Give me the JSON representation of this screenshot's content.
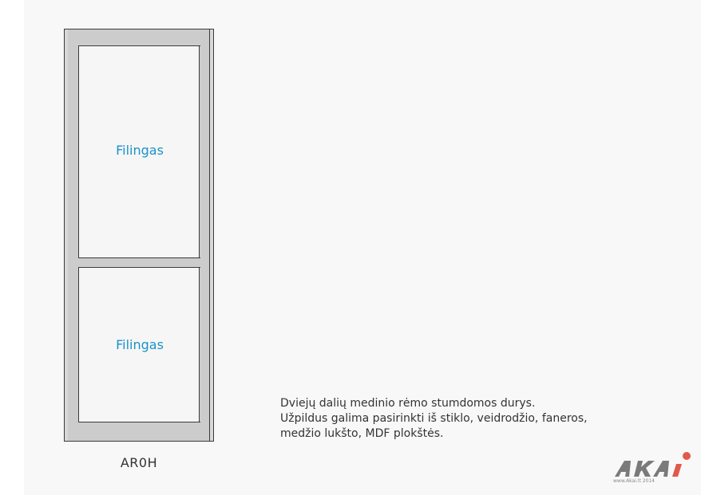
{
  "door": {
    "panels": [
      {
        "label": "Filingas"
      },
      {
        "label": "Filingas"
      }
    ],
    "model_code": "AR0H"
  },
  "description": {
    "lines": [
      "Dviejų dalių medinio rėmo stumdomos durys.",
      "Užpildus galima pasirinkti iš stiklo, veidrodžio, faneros,",
      "medžio lukšto, MDF plokštės."
    ]
  },
  "logo": {
    "text": "AKAi",
    "url": "www.Akai.lt  2014"
  },
  "colors": {
    "panel_label": "#1a93c9",
    "frame": "#cccccc",
    "logo_gray": "#7a7a7a",
    "logo_red": "#e05a4b"
  }
}
